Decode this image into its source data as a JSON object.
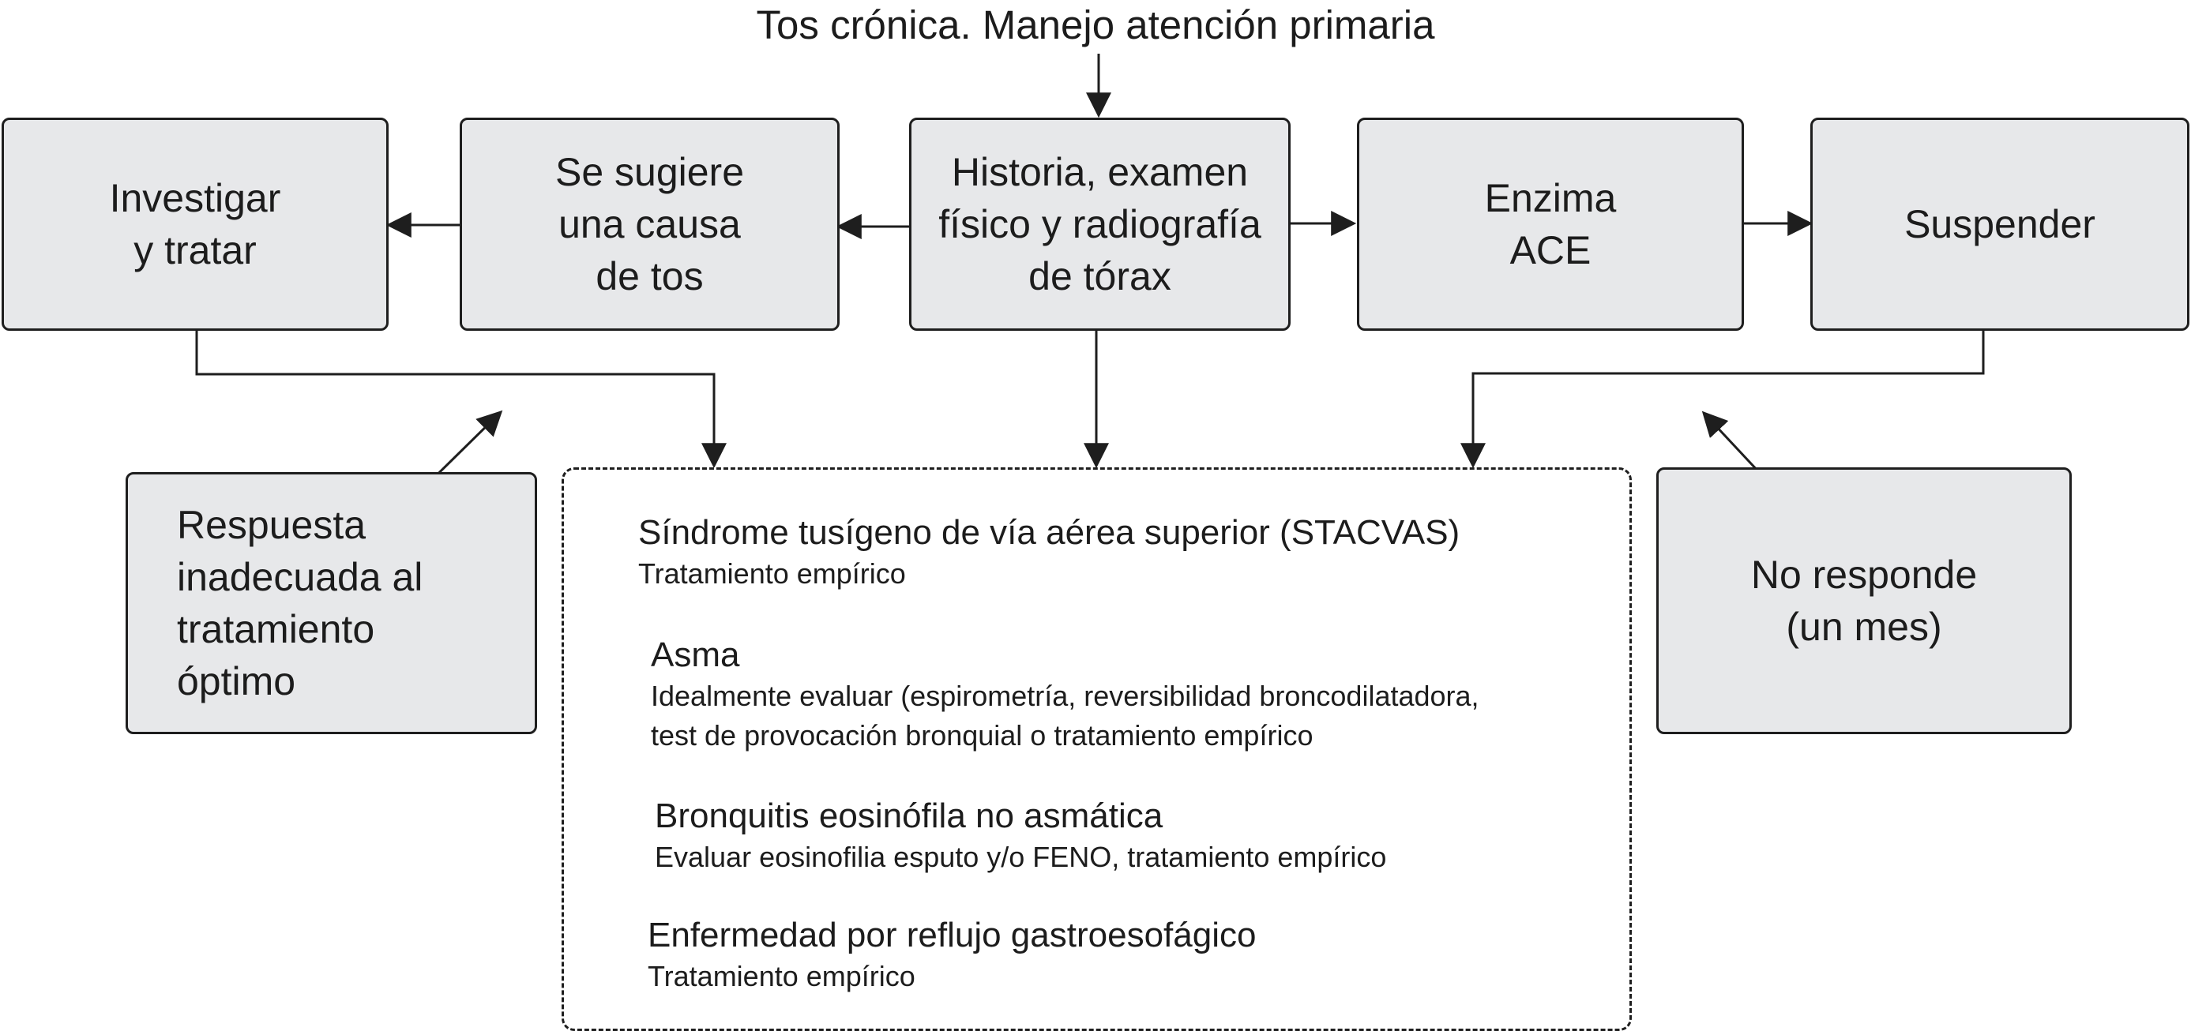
{
  "title": "Tos crónica. Manejo atención primaria",
  "boxes": {
    "investigar": "Investigar\ny tratar",
    "causa": "Se sugiere\nuna causa\nde tos",
    "historia": "Historia, examen\nfísico y radiografía\nde tórax",
    "enzima": "Enzima\nACE",
    "suspender": "Suspender",
    "respuesta": "Respuesta\ninadecuada al\ntratamiento\nóptimo",
    "no_responde": "No responde\n(un mes)"
  },
  "diagnoses": [
    {
      "title": "Síndrome tusígeno de vía aérea superior (STACVAS)",
      "detail": "Tratamiento empírico"
    },
    {
      "title": "Asma",
      "detail": "Idealmente evaluar (espirometría, reversibilidad broncodilatadora,\ntest de provocación bronquial o tratamiento empírico"
    },
    {
      "title": "Bronquitis eosinófila no asmática",
      "detail": "Evaluar eosinofilia esputo y/o FENO, tratamiento empírico"
    },
    {
      "title": "Enfermedad por reflujo gastroesofágico",
      "detail": "Tratamiento empírico"
    }
  ]
}
